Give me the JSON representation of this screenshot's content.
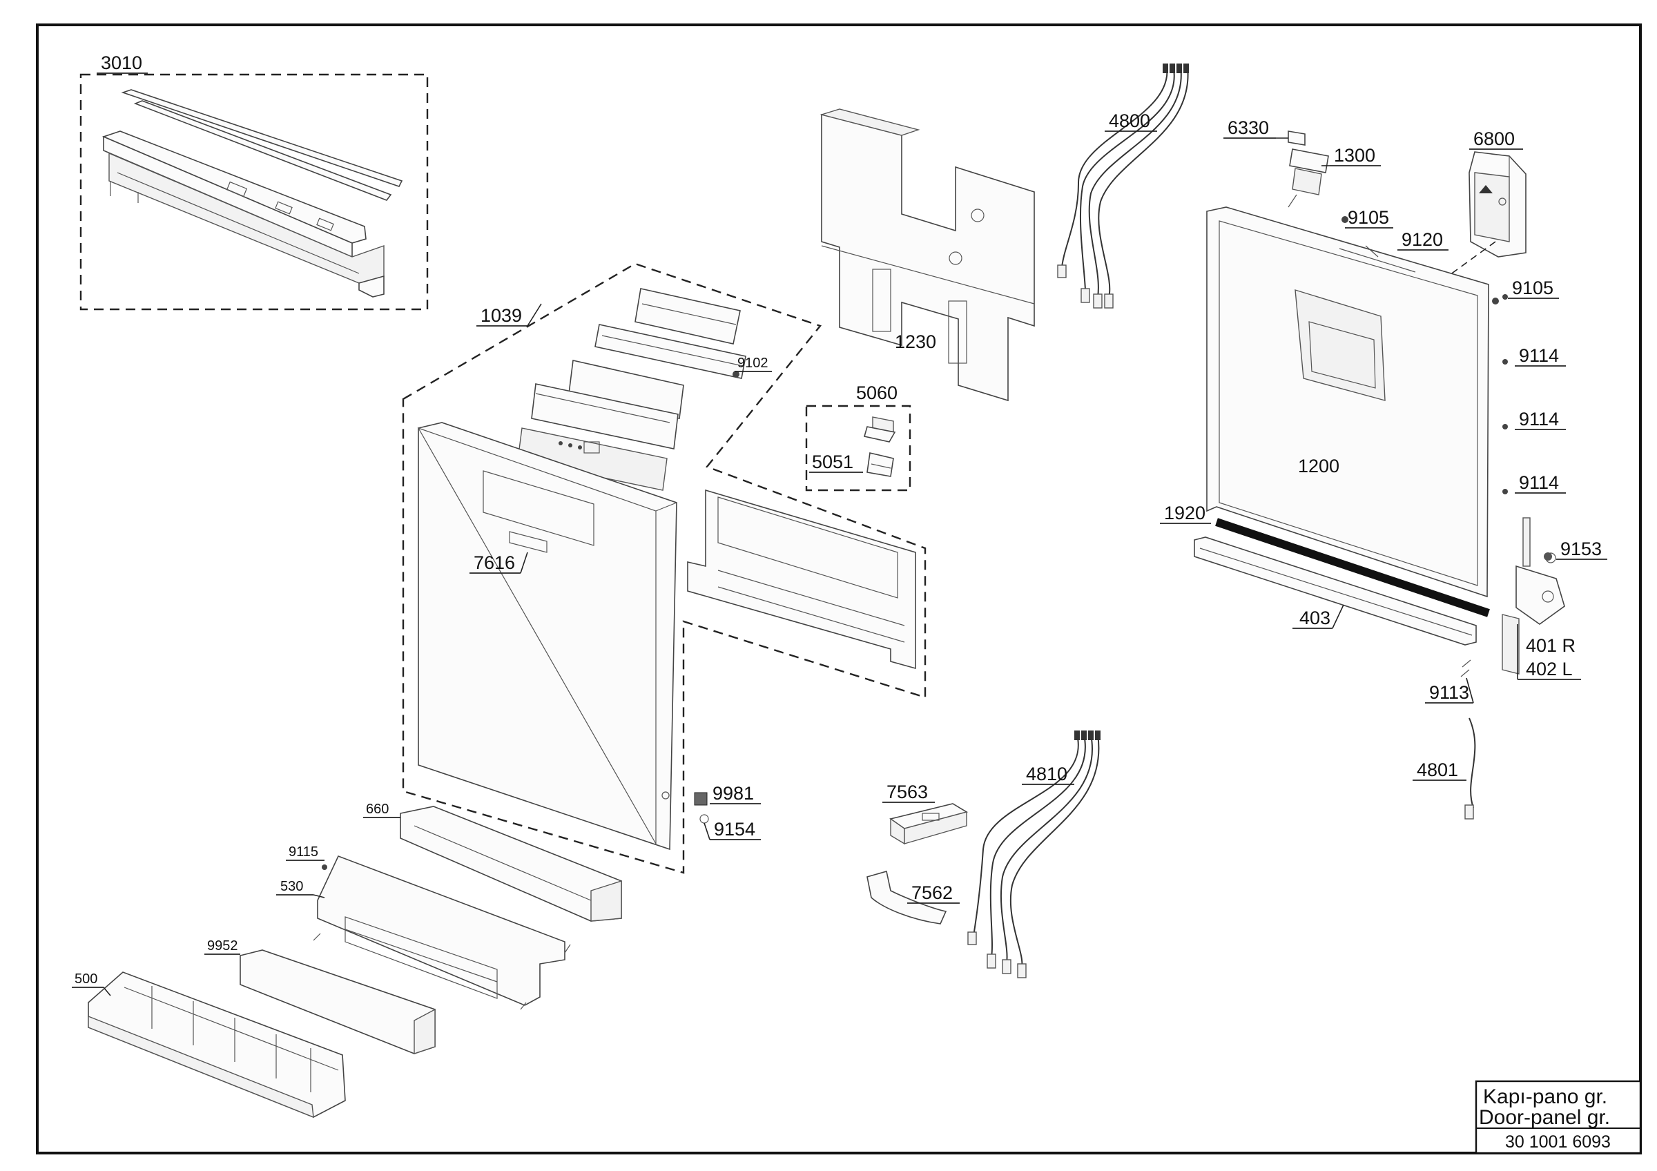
{
  "labels": {
    "p3010": "3010",
    "p1039": "1039",
    "p9102": "9102",
    "p7616": "7616",
    "p1230": "1230",
    "p4800": "4800",
    "p5060": "5060",
    "p5051": "5051",
    "p6330": "6330",
    "p1300": "1300",
    "p6800": "6800",
    "p9105a": "9105",
    "p9120": "9120",
    "p9105b": "9105",
    "p9114a": "9114",
    "p9114b": "9114",
    "p9114c": "9114",
    "p1200": "1200",
    "p1920": "1920",
    "p9153": "9153",
    "p403": "403",
    "p401r": "401 R",
    "p402l": "402 L",
    "p9113": "9113",
    "p4801": "4801",
    "p9981": "9981",
    "p9154": "9154",
    "p4810": "4810",
    "p7563": "7563",
    "p7562": "7562",
    "p660": "660",
    "p9115": "9115",
    "p530": "530",
    "p9952": "9952",
    "p500": "500"
  },
  "title_block": {
    "title_tr": "Kapı-pano gr.",
    "title_en": "Door-panel gr.",
    "code": "30 1001 6093"
  }
}
